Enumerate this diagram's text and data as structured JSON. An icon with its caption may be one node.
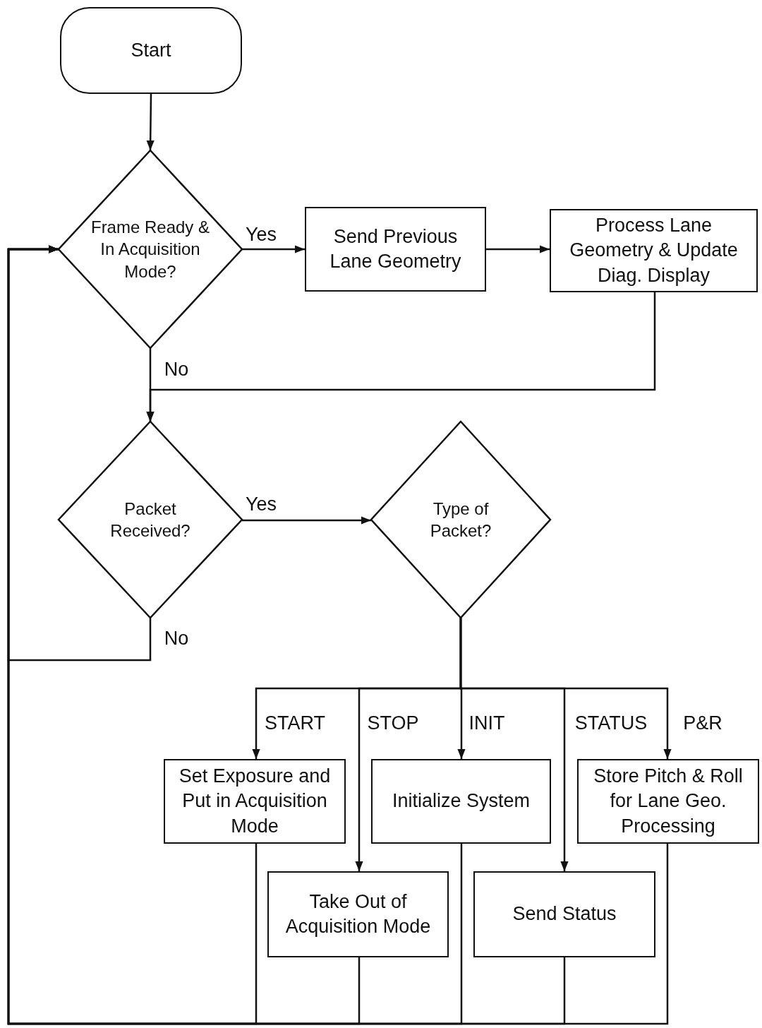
{
  "diagram": {
    "nodes": [
      {
        "text": [
          "Start"
        ]
      },
      {
        "text": [
          "Frame Ready & In Acquisition Mode?"
        ]
      },
      {
        "text": [
          "Send Previous Lane Geometry"
        ]
      },
      {
        "text": [
          "Process Lane Geometry & Update Diag. Display"
        ]
      },
      {
        "text": [
          "Packet Received?"
        ]
      },
      {
        "text": [
          "Type of Packet?"
        ]
      },
      {
        "text": [
          "Set Exposure and Put in Acquisition Mode"
        ]
      },
      {
        "text": [
          "Initialize System"
        ]
      },
      {
        "text": [
          "Store Pitch & Roll for Lane Geo. Processing"
        ]
      },
      {
        "text": [
          "Take Out of Acquisition Mode"
        ]
      },
      {
        "text": [
          "Send Status"
        ]
      }
    ],
    "edges": [
      {
        "from": 0,
        "to": 1,
        "arrow": "to"
      },
      {
        "from": 1,
        "to": 2,
        "arrow": "to",
        "label": "Yes"
      },
      {
        "from": 2,
        "to": 3,
        "arrow": "to"
      },
      {
        "from": 1,
        "to": 4,
        "arrow": "to",
        "label": "No"
      },
      {
        "from": 3,
        "to": 4,
        "arrow": "to"
      },
      {
        "from": 4,
        "to": 5,
        "arrow": "to",
        "label": "Yes"
      },
      {
        "from": 5,
        "to": 6,
        "arrow": "to",
        "label": "START"
      },
      {
        "from": 5,
        "to": 9,
        "arrow": "to",
        "label": "STOP"
      },
      {
        "from": 5,
        "to": 7,
        "arrow": "to",
        "label": "INIT"
      },
      {
        "from": 5,
        "to": 10,
        "arrow": "to",
        "label": "STATUS"
      },
      {
        "from": 5,
        "to": 8,
        "arrow": "to",
        "label": "P&R"
      },
      {
        "from": 4,
        "to": 1,
        "arrow": "to",
        "label": "No"
      },
      {
        "from": 6,
        "to": 1,
        "arrow": "to"
      },
      {
        "from": 9,
        "to": 1,
        "arrow": "to"
      },
      {
        "from": 7,
        "to": 1,
        "arrow": "to"
      },
      {
        "from": 10,
        "to": 1,
        "arrow": "to"
      },
      {
        "from": 8,
        "to": 1,
        "arrow": "to"
      }
    ]
  }
}
